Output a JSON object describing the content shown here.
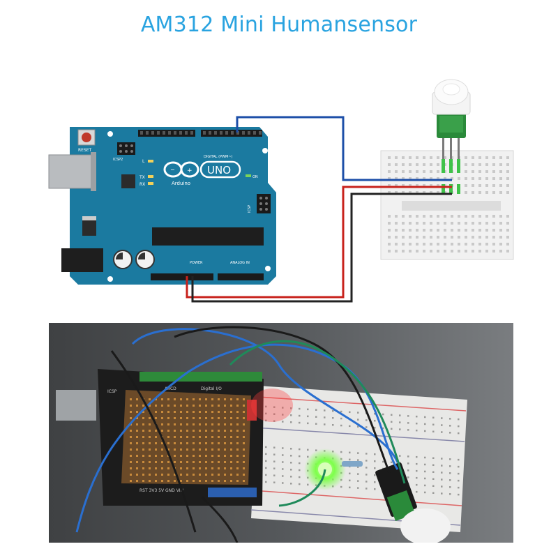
{
  "title": "AM312 Mini Humansensor",
  "board": {
    "reset_label": "RESET",
    "icsp2_label": "ICSP2",
    "l_label": "L",
    "tx_label": "TX",
    "rx_label": "RX",
    "brand_label": "UNO",
    "arduino_label": "Arduino",
    "on_label": "ON",
    "digital_label": "DIGITAL (PWM~)",
    "power_label": "POWER",
    "analog_label": "ANALOG IN",
    "icsp_label": "ICSP"
  },
  "photo": {
    "shield_labels": [
      "ICSP",
      "ARCD",
      "Digital I/O",
      "RST 3V3 5V GND VIN"
    ]
  },
  "colors": {
    "title": "#29a3e0",
    "board": "#1b7aa0",
    "wire_blue": "#1d4fa8",
    "wire_red": "#c8221c",
    "wire_black": "#222222",
    "sensor_pcb": "#2a8a3a",
    "led_green": "#7dff4a"
  }
}
